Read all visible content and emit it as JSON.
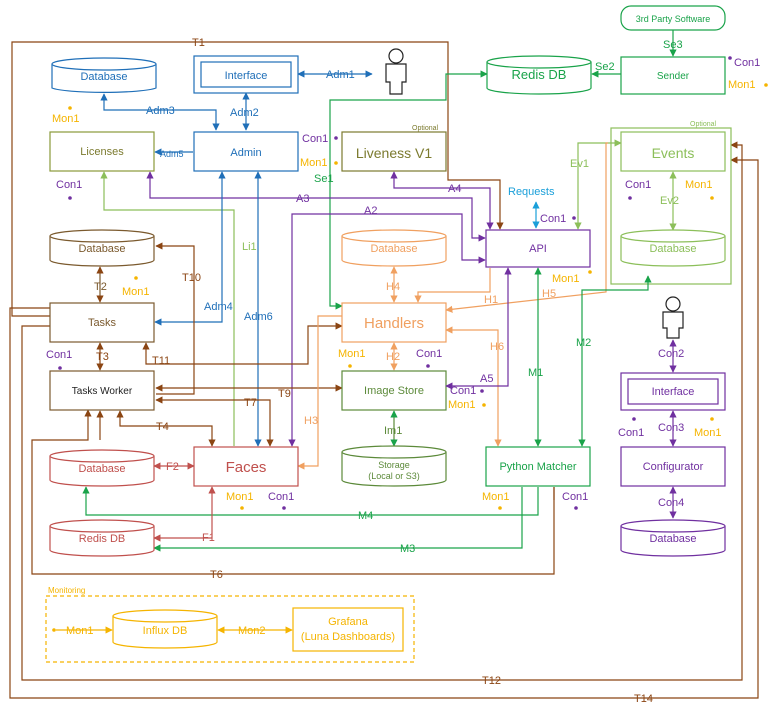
{
  "components": {
    "database_blue": "Database",
    "interface_admin": "Interface",
    "admin": "Admin",
    "licenses": "Licenses",
    "liveness": "Liveness V1",
    "liveness_tag": "Optional",
    "redis_db_top": "Redis DB",
    "sender": "Sender",
    "third_party": "3rd Party Software",
    "events": "Events",
    "events_tag": "Optional",
    "events_database": "Database",
    "api": "API",
    "requests": "Requests",
    "database_tasks": "Database",
    "tasks": "Tasks",
    "tasks_worker": "Tasks Worker",
    "database_handlers": "Database",
    "handlers": "Handlers",
    "image_store": "Image Store",
    "storage_line1": "Storage",
    "storage_line2": "(Local or S3)",
    "python_matcher": "Python Matcher",
    "database_faces": "Database",
    "faces": "Faces",
    "redis_db_faces": "Redis DB",
    "interface_config": "Interface",
    "configurator": "Configurator",
    "database_config": "Database",
    "monitoring_title": "Monitoring",
    "influx_db": "Influx DB",
    "grafana_line1": "Grafana",
    "grafana_line2": "(Luna Dashboards)"
  },
  "connections": {
    "T1": "T1",
    "Se3": "Se3",
    "Se2": "Se2",
    "Adm1": "Adm1",
    "Adm2": "Adm2",
    "Adm3": "Adm3",
    "Adm4": "Adm4",
    "Adm5": "Adm5",
    "Adm6": "Adm6",
    "Se1": "Se1",
    "A2": "A2",
    "A3": "A3",
    "A4": "A4",
    "A5": "A5",
    "Ev1": "Ev1",
    "Ev2": "Ev2",
    "Li1": "Li1",
    "T2": "T2",
    "T3": "T3",
    "T4": "T4",
    "T6": "T6",
    "T7": "T7",
    "T9": "T9",
    "T10": "T10",
    "T11": "T11",
    "T12": "T12",
    "T14": "T14",
    "H1": "H1",
    "H2": "H2",
    "H3": "H3",
    "H4": "H4",
    "H5": "H5",
    "H6": "H6",
    "M1": "M1",
    "M2": "M2",
    "M3": "M3",
    "M4": "M4",
    "Im1": "Im1",
    "F1": "F1",
    "F2": "F2",
    "Con1": "Con1",
    "Con2": "Con2",
    "Con3": "Con3",
    "Con4": "Con4",
    "Mon1": "Mon1",
    "Mon2": "Mon2"
  },
  "colors": {
    "blue": "#1f6fb8",
    "olive": "#7b7a2e",
    "green": "#1aa34a",
    "lightgreen": "#8cbf5a",
    "orange": "#f0a060",
    "purple": "#7030a0",
    "brown": "#8b4513",
    "red": "#c0504d",
    "gold": "#f5b400",
    "black": "#222222",
    "teal": "#1a9fd9"
  }
}
